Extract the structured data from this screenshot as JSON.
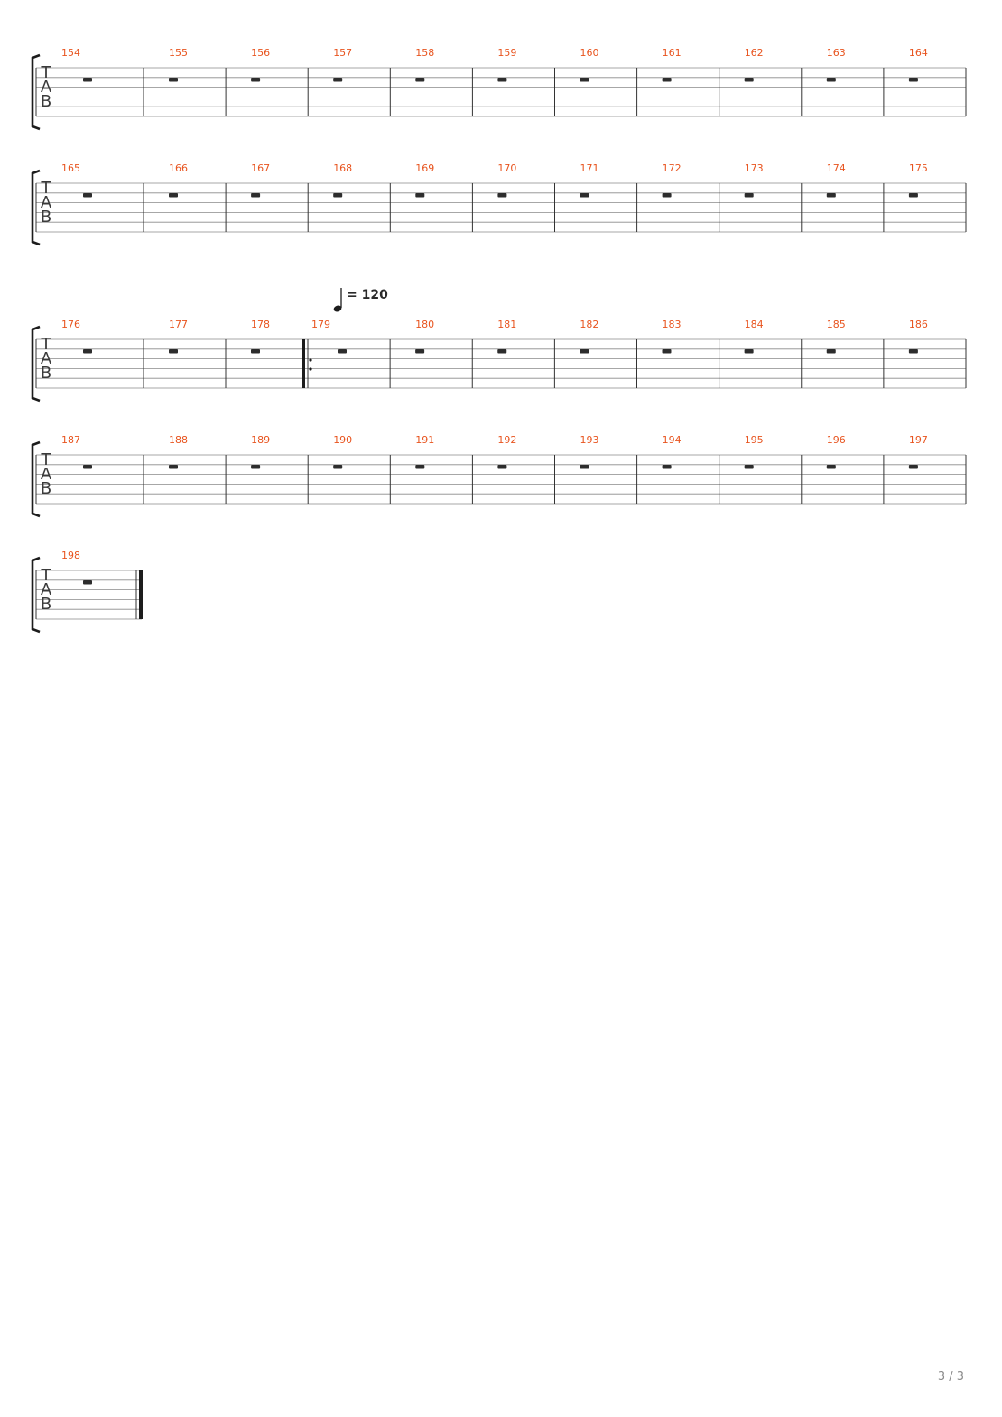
{
  "tab_label": [
    "T",
    "A",
    "B"
  ],
  "systems": [
    {
      "measures": [
        "154",
        "155",
        "156",
        "157",
        "158",
        "159",
        "160",
        "161",
        "162",
        "163",
        "164"
      ]
    },
    {
      "measures": [
        "165",
        "166",
        "167",
        "168",
        "169",
        "170",
        "171",
        "172",
        "173",
        "174",
        "175"
      ]
    },
    {
      "measures": [
        "176",
        "177",
        "178",
        "179",
        "180",
        "181",
        "182",
        "183",
        "184",
        "185",
        "186"
      ],
      "repeat_start_measure": "179",
      "tempo": {
        "measure": "179",
        "bpm": "= 120"
      }
    },
    {
      "measures": [
        "187",
        "188",
        "189",
        "190",
        "191",
        "192",
        "193",
        "194",
        "195",
        "196",
        "197"
      ]
    },
    {
      "measures": [
        "198"
      ],
      "final_barline": true
    }
  ],
  "page_number": "3 / 3",
  "colors": {
    "measure_number": "#e8541f",
    "staff_line": "#8a8a8a",
    "ink": "#2d2d2d"
  }
}
